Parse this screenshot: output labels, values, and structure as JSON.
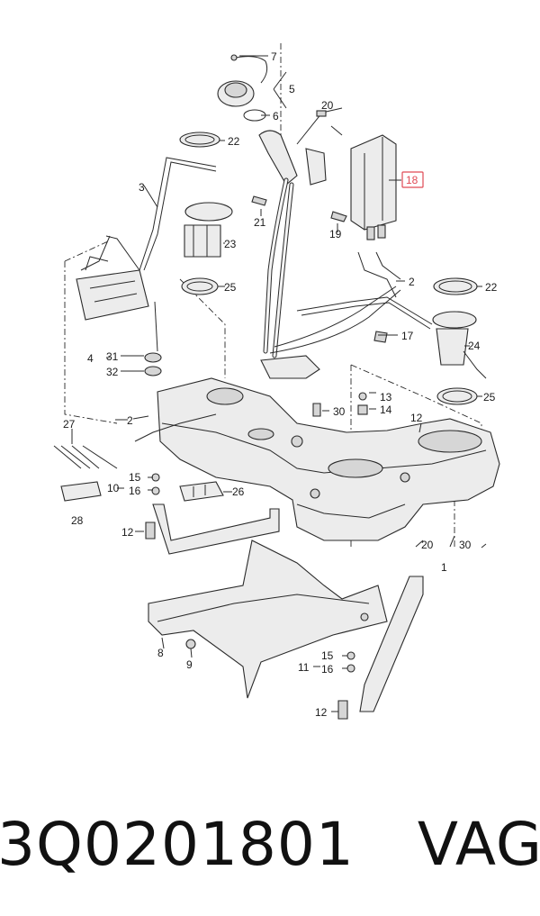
{
  "diagram": {
    "callouts": {
      "c1": "1",
      "c2a": "2",
      "c2b": "2",
      "c3": "3",
      "c4": "4",
      "c5": "5",
      "c6": "6",
      "c7": "7",
      "c8": "8",
      "c9": "9",
      "c10": "10",
      "c11": "11",
      "c12a": "12",
      "c12b": "12",
      "c12c": "12",
      "c13": "13",
      "c14": "14",
      "c15a": "15",
      "c15b": "15",
      "c16a": "16",
      "c16b": "16",
      "c17": "17",
      "c18": "18",
      "c19": "19",
      "c20a": "20",
      "c20b": "20",
      "c21": "21",
      "c22a": "22",
      "c22b": "22",
      "c23": "23",
      "c24": "24",
      "c25a": "25",
      "c25b": "25",
      "c26": "26",
      "c27": "27",
      "c28": "28",
      "c30a": "30",
      "c30b": "30",
      "c31": "31",
      "c32": "32"
    },
    "highlight_color": "#e04a55"
  },
  "caption": {
    "part_number": "3Q0201801",
    "brand": "VAG"
  }
}
